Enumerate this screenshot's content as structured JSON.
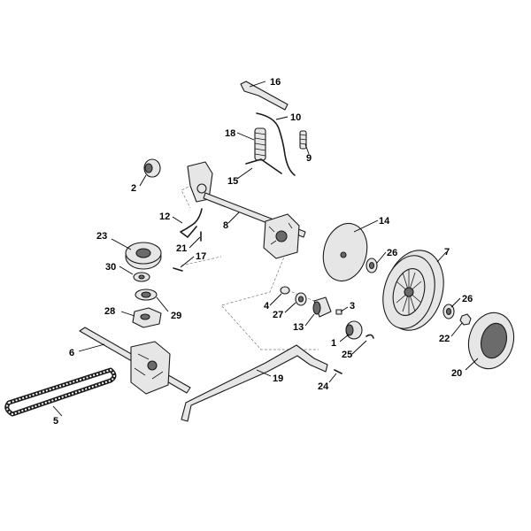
{
  "diagram": {
    "background": "#ffffff",
    "line_color": "#1a1a1a",
    "part_fill": "#e6e6e6",
    "callouts": [
      {
        "id": "c1",
        "label": "1"
      },
      {
        "id": "c2",
        "label": "2"
      },
      {
        "id": "c3",
        "label": "3"
      },
      {
        "id": "c4",
        "label": "4"
      },
      {
        "id": "c5",
        "label": "5"
      },
      {
        "id": "c6",
        "label": "6"
      },
      {
        "id": "c7",
        "label": "7"
      },
      {
        "id": "c8",
        "label": "8"
      },
      {
        "id": "c9",
        "label": "9"
      },
      {
        "id": "c10",
        "label": "10"
      },
      {
        "id": "c12",
        "label": "12"
      },
      {
        "id": "c13",
        "label": "13"
      },
      {
        "id": "c14",
        "label": "14"
      },
      {
        "id": "c15",
        "label": "15"
      },
      {
        "id": "c16",
        "label": "16"
      },
      {
        "id": "c17",
        "label": "17"
      },
      {
        "id": "c18",
        "label": "18"
      },
      {
        "id": "c19",
        "label": "19"
      },
      {
        "id": "c20",
        "label": "20"
      },
      {
        "id": "c21",
        "label": "21"
      },
      {
        "id": "c22",
        "label": "22"
      },
      {
        "id": "c23",
        "label": "23"
      },
      {
        "id": "c24",
        "label": "24"
      },
      {
        "id": "c25",
        "label": "25"
      },
      {
        "id": "c26a",
        "label": "26"
      },
      {
        "id": "c26b",
        "label": "26"
      },
      {
        "id": "c27",
        "label": "27"
      },
      {
        "id": "c28",
        "label": "28"
      },
      {
        "id": "c29",
        "label": "29"
      },
      {
        "id": "c30",
        "label": "30"
      }
    ]
  }
}
